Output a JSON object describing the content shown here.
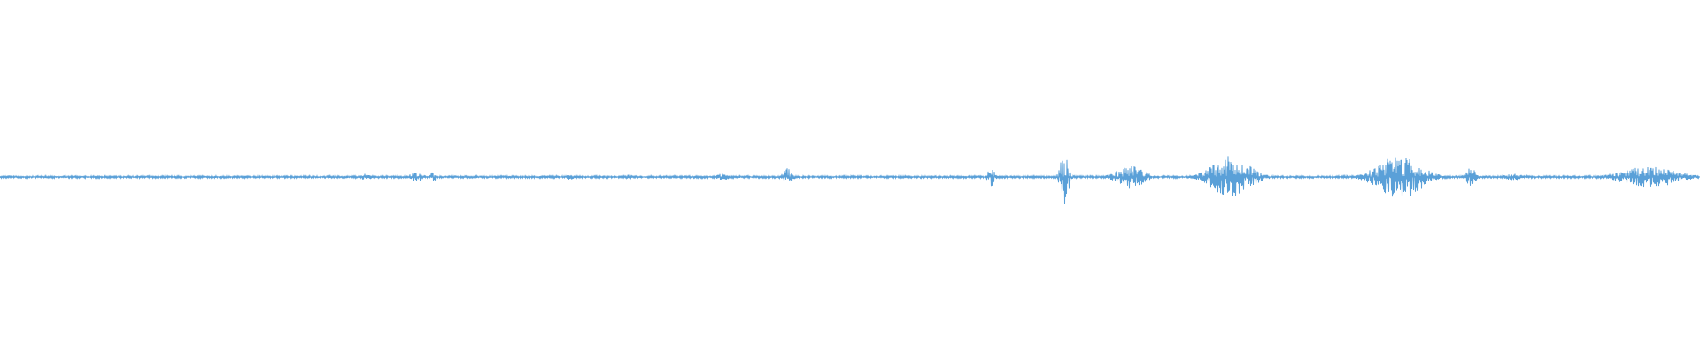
{
  "waveform": {
    "color": "#5aa0d8",
    "background": "#ffffff",
    "baseline_amplitude": 0.006,
    "bursts": [
      {
        "center": 0.005,
        "width": 0.01,
        "amplitude": 0.01
      },
      {
        "center": 0.215,
        "width": 0.012,
        "amplitude": 0.018
      },
      {
        "center": 0.245,
        "width": 0.015,
        "amplitude": 0.025
      },
      {
        "center": 0.255,
        "width": 0.006,
        "amplitude": 0.03
      },
      {
        "center": 0.335,
        "width": 0.01,
        "amplitude": 0.015
      },
      {
        "center": 0.37,
        "width": 0.008,
        "amplitude": 0.014
      },
      {
        "center": 0.425,
        "width": 0.012,
        "amplitude": 0.02
      },
      {
        "center": 0.463,
        "width": 0.01,
        "amplitude": 0.05
      },
      {
        "center": 0.583,
        "width": 0.008,
        "amplitude": 0.055
      },
      {
        "center": 0.626,
        "width": 0.008,
        "amplitude": 0.16
      },
      {
        "center": 0.665,
        "width": 0.03,
        "amplitude": 0.065
      },
      {
        "center": 0.724,
        "width": 0.04,
        "amplitude": 0.12
      },
      {
        "center": 0.823,
        "width": 0.045,
        "amplitude": 0.13
      },
      {
        "center": 0.865,
        "width": 0.01,
        "amplitude": 0.06
      },
      {
        "center": 0.89,
        "width": 0.02,
        "amplitude": 0.018
      },
      {
        "center": 0.97,
        "width": 0.06,
        "amplitude": 0.06
      }
    ]
  }
}
